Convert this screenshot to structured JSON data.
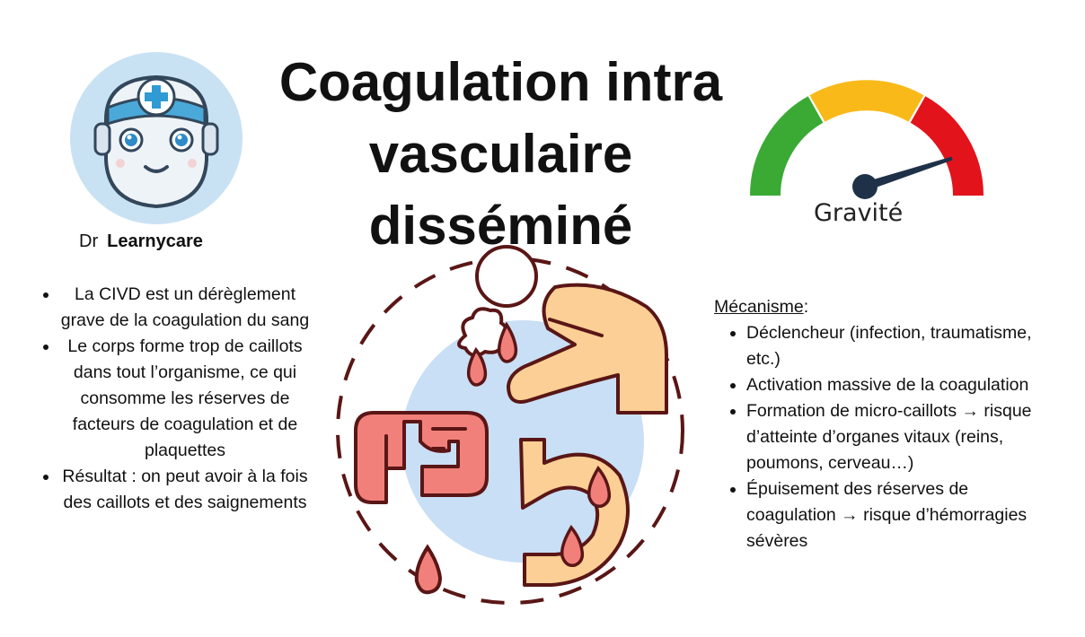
{
  "brand": {
    "prefix": "Dr",
    "name": "Learnycare"
  },
  "title": {
    "line1": "Coagulation intra",
    "line2": "vasculaire",
    "line3": "disséminé"
  },
  "gauge": {
    "label": "Gravité",
    "level": 0.9
  },
  "left_points": [
    "La CIVD est un dérèglement grave de la coagulation du sang",
    "Le corps forme trop de caillots dans tout l’organisme, ce qui consomme les réserves de facteurs de coagulation et de plaquettes",
    "Résultat : on peut avoir à la fois des caillots et des saignements"
  ],
  "mechanism": {
    "title": "Mécanisme",
    "colon": ":",
    "items": [
      "Déclencheur (infection, traumatisme, etc.)",
      "Activation massive de la coagulation",
      "Formation de micro-caillots → risque d’atteinte d’organes vitaux (reins, poumons, cerveau…)",
      "Épuisement des réserves de coagulation → risque d’hémorragies sévères"
    ]
  },
  "colors": {
    "gauge_green": "#3aaa35",
    "gauge_yellow": "#f9b918",
    "gauge_red": "#e3131b",
    "needle": "#1e3148",
    "outline": "#5a1616",
    "intestine": "#f2807a",
    "skin": "#fbcf95",
    "blood_drop": "#f2807a",
    "circle_bg": "#c9dff5"
  }
}
